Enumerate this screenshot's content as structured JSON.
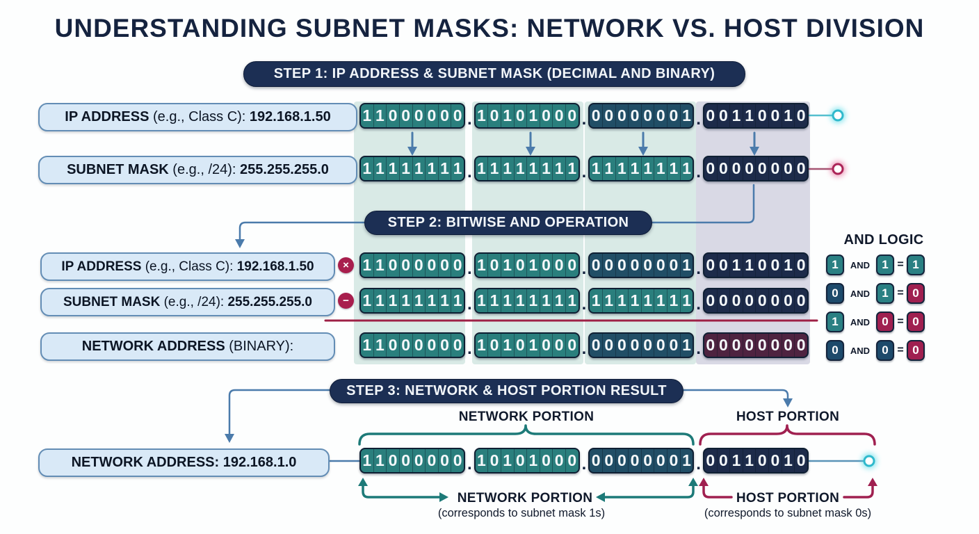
{
  "title": "UNDERSTANDING SUBNET MASKS: NETWORK VS. HOST DIVISION",
  "dot": ".",
  "steps": {
    "step1": "STEP 1: IP ADDRESS & SUBNET MASK (DECIMAL AND BINARY)",
    "step2": "STEP 2: BITWISE AND OPERATION",
    "step3": "STEP 3: NETWORK & HOST PORTION RESULT"
  },
  "labels": {
    "ip": {
      "b1": "IP ADDRESS",
      "mid": " (e.g., Class C): ",
      "b2": "192.168.1.50"
    },
    "mask": {
      "b1": "SUBNET MASK",
      "mid": " (e.g., /24): ",
      "b2": "255.255.255.0"
    },
    "net_binary": {
      "b1": "NETWORK ADDRESS",
      "mid": " (BINARY):"
    },
    "net_result": "NETWORK ADDRESS: 192.168.1.0"
  },
  "operators": {
    "multiply": "×",
    "subtract": "−"
  },
  "bit_rows": {
    "s1_ip": [
      {
        "bits": "11000000",
        "color": "teal"
      },
      {
        "bits": "10101000",
        "color": "teal"
      },
      {
        "bits": "00000001",
        "color": "slate"
      },
      {
        "bits": "00110010",
        "color": "navy"
      }
    ],
    "s1_mask": [
      {
        "bits": "11111111",
        "color": "teal"
      },
      {
        "bits": "11111111",
        "color": "teal"
      },
      {
        "bits": "11111111",
        "color": "teal"
      },
      {
        "bits": "00000000",
        "color": "navy"
      }
    ],
    "s2_ip": [
      {
        "bits": "11000000",
        "color": "teal"
      },
      {
        "bits": "10101000",
        "color": "teal"
      },
      {
        "bits": "00000001",
        "color": "slate"
      },
      {
        "bits": "00110010",
        "color": "navy"
      }
    ],
    "s2_mask": [
      {
        "bits": "11111111",
        "color": "teal"
      },
      {
        "bits": "11111111",
        "color": "teal"
      },
      {
        "bits": "11111111",
        "color": "teal"
      },
      {
        "bits": "00000000",
        "color": "navy"
      }
    ],
    "s2_net": [
      {
        "bits": "11000000",
        "color": "teal"
      },
      {
        "bits": "10101000",
        "color": "teal"
      },
      {
        "bits": "00000001",
        "color": "slate"
      },
      {
        "bits": "00000000",
        "color": "maroon"
      }
    ],
    "s3_net": [
      {
        "bits": "11000000",
        "color": "teal"
      },
      {
        "bits": "10101000",
        "color": "teal"
      },
      {
        "bits": "00000001",
        "color": "slate"
      },
      {
        "bits": "00110010",
        "color": "navy"
      }
    ]
  },
  "and_logic": {
    "title": "AND LOGIC",
    "op": "AND",
    "eq": "=",
    "rows": [
      {
        "a": "1",
        "ac": "teal",
        "b": "1",
        "bc": "teal",
        "r": "1",
        "rc": "teal"
      },
      {
        "a": "0",
        "ac": "chipnavy",
        "b": "1",
        "bc": "teal",
        "r": "0",
        "rc": "crimson"
      },
      {
        "a": "1",
        "ac": "teal",
        "b": "0",
        "bc": "crimson",
        "r": "0",
        "rc": "crimson"
      },
      {
        "a": "0",
        "ac": "chipnavy",
        "b": "0",
        "bc": "chipnavy",
        "r": "0",
        "rc": "crimson"
      }
    ]
  },
  "portions": {
    "network": "NETWORK PORTION",
    "host": "HOST PORTION",
    "network_caption": "(corresponds to subnet mask 1s)",
    "host_caption": "(corresponds to subnet mask 0s)"
  },
  "colors": {
    "teal": "#2a7f7d",
    "slate": "#214e66",
    "navy": "#1d2b4a",
    "maroon": "#4e2340",
    "chipteal": "#2a8083",
    "chipnavy": "#1d4a6b",
    "crimson": "#a02050",
    "blue": "#4b7bab",
    "badge": "#1c2f54",
    "labelfill": "#d9e9f7",
    "labelborder": "#638db5",
    "ink": "#15233f",
    "tealline": "#1d7a78",
    "mint": "#d9eae6",
    "lavender": "#d9d9e5",
    "cyanring": "#2fb9cc",
    "crimsonring": "#ab2457"
  }
}
